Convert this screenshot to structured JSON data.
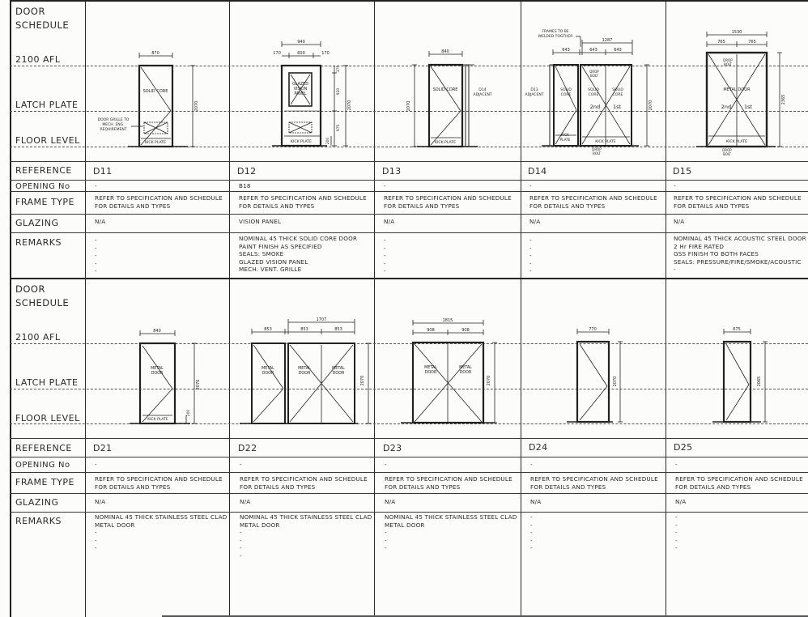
{
  "title_block": {
    "heading": [
      "DOOR",
      "SCHEDULE"
    ],
    "levels": [
      "2100 AFL",
      "LATCH PLATE",
      "FLOOR LEVEL"
    ]
  },
  "row_labels": {
    "reference": "REFERENCE",
    "opening": "OPENING No",
    "frame_type": "FRAME TYPE",
    "glazing": "GLAZING",
    "remarks": "REMARKS"
  },
  "doors_top": [
    {
      "reference": "D11",
      "opening": "-",
      "frame_type": [
        "REFER TO SPECIFICATION AND SCHEDULE",
        "FOR DETAILS AND TYPES"
      ],
      "glazing": "N/A",
      "remarks": [
        "-",
        "-",
        "-",
        "-",
        "-"
      ],
      "drawing": {
        "width": "870",
        "height": "2070",
        "core": "SOLID CORE",
        "kick": "KICK PLATE",
        "note": [
          "DOOR GRILLE TO",
          "MECH. ENG.",
          "REQUIREMENT"
        ]
      }
    },
    {
      "reference": "D12",
      "opening": "B18",
      "frame_type": [
        "REFER TO SPECIFICATION AND SCHEDULE",
        "FOR DETAILS AND TYPES"
      ],
      "glazing": "VISION PANEL",
      "remarks": [
        "NOMINAL 45 THICK SOLID CORE DOOR",
        "PAINT FINISH AS SPECIFIED",
        "SEALS: SMOKE",
        "GLAZED VISION PANEL",
        "MECH. VENT. GRILLE"
      ],
      "drawing": {
        "width": "940",
        "panel": "600",
        "side_l": "170",
        "side_r": "170",
        "height": "2070",
        "dim_top": "175",
        "dim_panel": "920",
        "dim_low": "975",
        "dim_kick": "200",
        "panel_label": [
          "GLAZED",
          "VISION",
          "PANEL"
        ],
        "kick": "KICK PLATE"
      }
    },
    {
      "reference": "D13",
      "opening": "-",
      "frame_type": [
        "REFER TO SPECIFICATION AND SCHEDULE",
        "FOR DETAILS AND TYPES"
      ],
      "glazing": "N/A",
      "remarks": [
        "-",
        "-",
        "-",
        "-",
        "-"
      ],
      "drawing": {
        "width": "840",
        "height": "2070",
        "core": "SOLID CORE",
        "adjacent": [
          "D14",
          "ADJACENT"
        ],
        "kick": "KICK PLATE"
      }
    },
    {
      "reference": "D14",
      "opening": "-",
      "frame_type": [
        "REFER TO SPECIFICATION AND SCHEDULE",
        "FOR DETAILS AND TYPES"
      ],
      "glazing": "N/A",
      "remarks": [
        "-",
        "-",
        "-",
        "-",
        "-"
      ],
      "drawing": {
        "note": [
          "FRAMES TO BE",
          "WELDED TOGTHER"
        ],
        "overall": "1287",
        "leaf1": "643",
        "leaf2": "643",
        "leaf3": "643",
        "height": "2070",
        "adjacent": [
          "D13",
          "ADJACENT"
        ],
        "core": [
          "SOLID",
          "CORE"
        ],
        "order": [
          "2nd",
          "1st"
        ],
        "drop_bolt": [
          "DROP",
          "BOLT"
        ],
        "kick": "KICK PLATE",
        "kick_single": [
          "KICK",
          "PLATE"
        ]
      }
    },
    {
      "reference": "D15",
      "opening": "-",
      "frame_type": [
        "REFER TO SPECIFICATION AND SCHEDULE",
        "FOR DETAILS AND TYPES"
      ],
      "glazing": "N/A",
      "remarks": [
        "NOMINAL 45 THICK ACOUSTIC STEEL DOOR",
        "2 Hr FIRE RATED",
        "GSS FINISH TO BOTH FACES",
        "SEALS: PRESSURE/FIRE/SMOKE/ACOUSTIC",
        "-"
      ],
      "drawing": {
        "overall": "1530",
        "leaf1": "765",
        "leaf2": "765",
        "height": "2365",
        "core": "METAL DOOR",
        "order": [
          "2nd",
          "1st"
        ],
        "drop_bolt": [
          "DROP",
          "BOLT"
        ],
        "kick": "KICK PLATE"
      }
    }
  ],
  "doors_bottom": [
    {
      "reference": "D21",
      "opening": "-",
      "frame_type": [
        "REFER TO SPECIFICATION AND SCHEDULE",
        "FOR DETAILS AND TYPES"
      ],
      "glazing": "N/A",
      "remarks": [
        "NOMINAL 45 THICK STAINLESS STEEL CLAD",
        "METAL DOOR",
        "-",
        "-",
        "-"
      ],
      "drawing": {
        "width": "840",
        "height": "2070",
        "kick_h": "200",
        "core": [
          "METAL",
          "DOOR"
        ],
        "kick": "KICK PLATE"
      }
    },
    {
      "reference": "D22",
      "opening": "-",
      "frame_type": [
        "REFER TO SPECIFICATION AND SCHEDULE",
        "FOR DETAILS AND TYPES"
      ],
      "glazing": "N/A",
      "remarks": [
        "NOMINAL 45 THICK STAINLESS STEEL CLAD",
        "METAL DOOR",
        "-",
        "-",
        "-",
        "-"
      ],
      "drawing": {
        "overall": "1707",
        "leaf1": "853",
        "leaf2": "853",
        "leaf3": "853",
        "height": "2070",
        "core": [
          "METAL",
          "DOOR"
        ]
      }
    },
    {
      "reference": "D23",
      "opening": "-",
      "frame_type": [
        "REFER TO SPECIFICATION AND SCHEDULE",
        "FOR DETAILS AND TYPES"
      ],
      "glazing": "N/A",
      "remarks": [
        "NOMINAL 45 THICK STAINLESS STEEL CLAD",
        "METAL DOOR",
        "-",
        "-",
        "-"
      ],
      "drawing": {
        "overall": "1815",
        "leaf1": "908",
        "leaf2": "908",
        "height": "2070",
        "core": [
          "METAL",
          "DOOR"
        ]
      }
    },
    {
      "reference": "D24",
      "opening": "-",
      "frame_type": [
        "REFER TO SPECIFICATION AND SCHEDULE",
        "FOR DETAILS AND TYPES"
      ],
      "glazing": "N/A",
      "remarks": [
        "-",
        "-",
        "-",
        "-",
        "-"
      ],
      "drawing": {
        "width": "770",
        "height": "2070"
      }
    },
    {
      "reference": "D25",
      "opening": "-",
      "frame_type": [
        "REFER TO SPECIFICATION AND SCHEDULE",
        "FOR DETAILS AND TYPES"
      ],
      "glazing": "N/A",
      "remarks": [
        "-",
        "-",
        "-",
        "-",
        "-"
      ],
      "drawing": {
        "width": "675",
        "height": "2065"
      }
    }
  ],
  "colors": {
    "paper": "#fcfcfb",
    "ink": "#222222"
  }
}
